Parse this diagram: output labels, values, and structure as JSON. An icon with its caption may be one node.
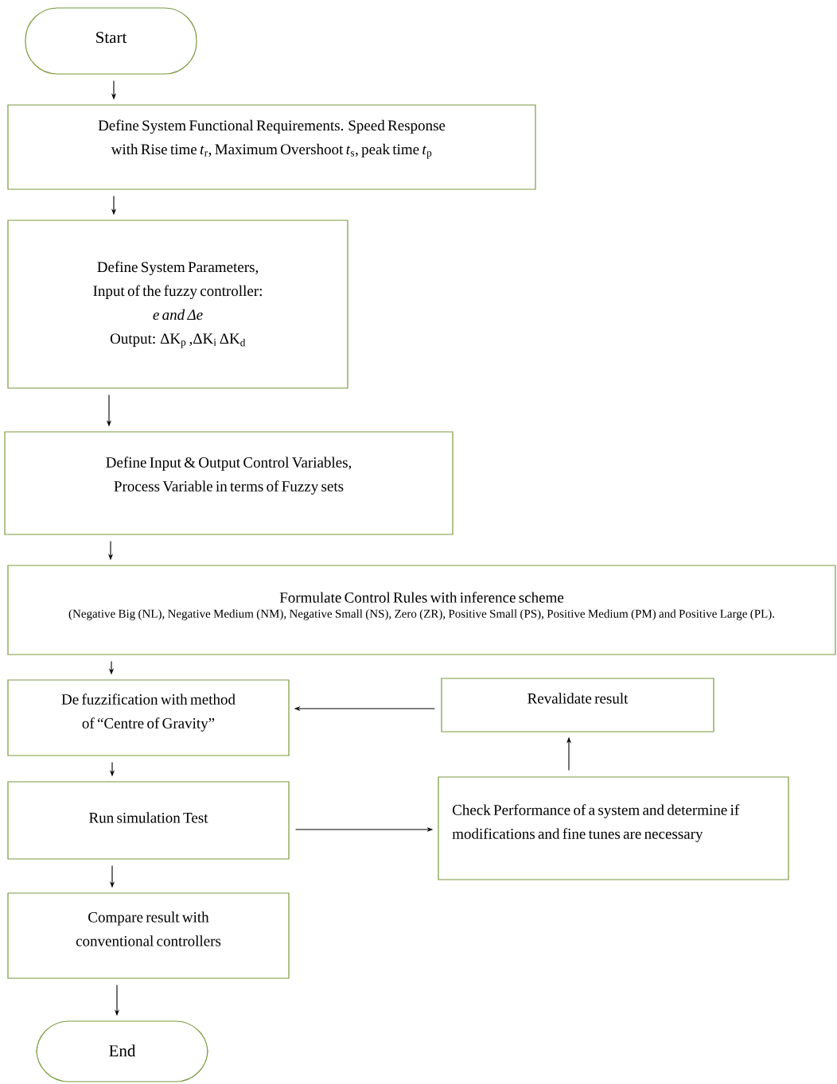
{
  "diagram": {
    "nodes": [
      {
        "text": [
          "Start"
        ]
      },
      {
        "text": [
          "Define System Functional Requirements. Speed Response with Rise time *t*$_{r}$, Maximum Overshoot *t*$_{s}$, peak time *t*$_{p}$"
        ]
      },
      {
        "text": [
          "Define System Parameters, Input of the fuzzy controller:",
          "e and Δe",
          "Output: ΔK$_{p}$ ,ΔK$_{i}$  ΔK$_{d}$"
        ]
      },
      {
        "text": [
          "Define Input & Output Control Variables, Process Variable in terms of Fuzzy sets"
        ]
      },
      {
        "text": [
          "Formulate Control Rules with inference scheme",
          "(Negative Big (NL), Negative Medium (NM), Negative Small (NS), Zero (ZR), Positive Small (PS), Positive Medium (PM) and Positive Large (PL)."
        ]
      },
      {
        "text": [
          "De fuzzification with method of “Centre of Gravity”"
        ]
      },
      {
        "text": [
          "Revalidate result"
        ]
      },
      {
        "text": [
          "Run simulation Test"
        ]
      },
      {
        "text": [
          "Check Performance of a system and determine if modifications and fine tunes are necessary"
        ]
      },
      {
        "text": [
          "Compare result with conventional controllers"
        ]
      },
      {
        "text": [
          "End"
        ]
      }
    ],
    "edges": [
      {
        "from": 0,
        "to": 1,
        "arrow": "to"
      },
      {
        "from": 1,
        "to": 2,
        "arrow": "to"
      },
      {
        "from": 2,
        "to": 3,
        "arrow": "to"
      },
      {
        "from": 3,
        "to": 4,
        "arrow": "to"
      },
      {
        "from": 4,
        "to": 5,
        "arrow": "to"
      },
      {
        "from": 6,
        "to": 5,
        "arrow": "to"
      },
      {
        "from": 8,
        "to": 6,
        "arrow": "to"
      },
      {
        "from": 5,
        "to": 7,
        "arrow": "to"
      },
      {
        "from": 7,
        "to": 8,
        "arrow": "to"
      },
      {
        "from": 7,
        "to": 9,
        "arrow": "to"
      },
      {
        "from": 9,
        "to": 10,
        "arrow": "to"
      }
    ]
  }
}
